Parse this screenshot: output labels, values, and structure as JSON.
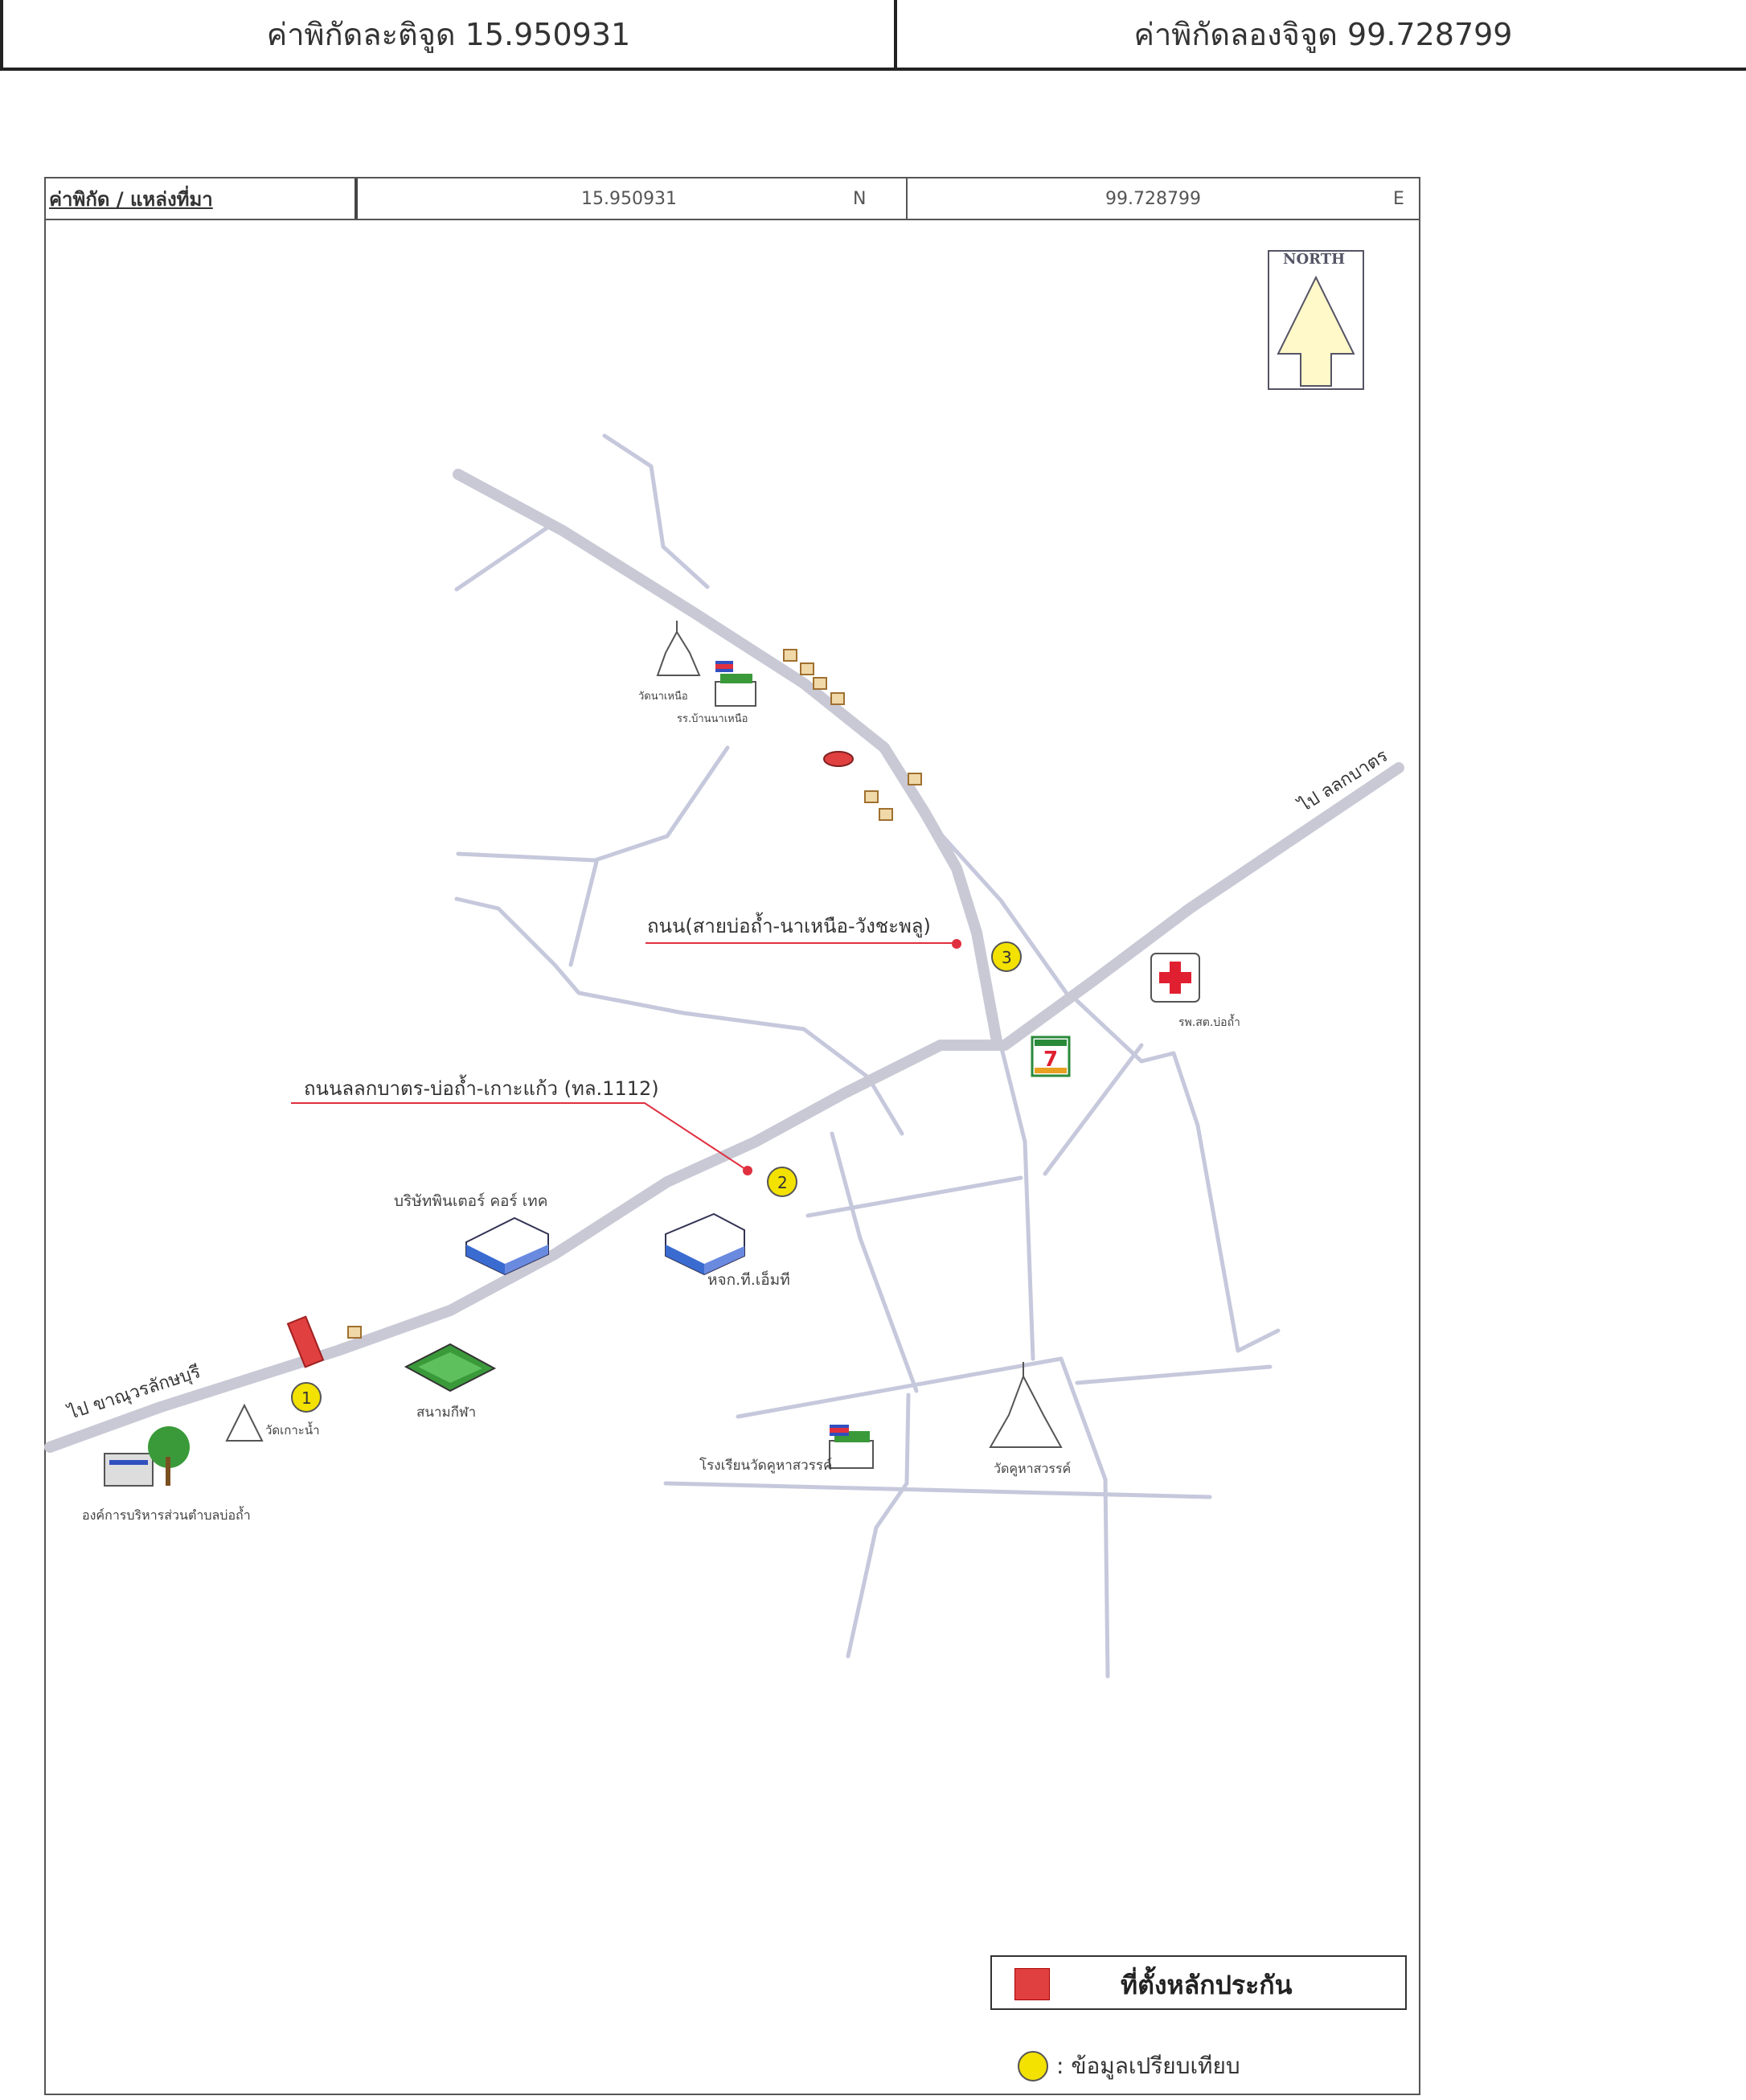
{
  "top_bar": {
    "latitude_label": "ค่าพิกัดละติจูด 15.950931",
    "longitude_label": "ค่าพิกัดลองจิจูด 99.728799"
  },
  "map_header": {
    "title": "ค่าพิกัด / แหล่งที่มา",
    "latitude": "15.950931",
    "lat_hemisphere": "N",
    "longitude": "99.728799",
    "lon_hemisphere": "E"
  },
  "north_arrow": {
    "label": "NORTH"
  },
  "roads": {
    "road_3_label": "ถนน(สายบ่อถ้ำ-นาเหนือ-วังชะพลู)",
    "road_2_label": "ถนนลลกบาตร-บ่อถ้ำ-เกาะแก้ว (ทล.1112)",
    "to_lan_krabue": "ไป ขาณุวรลักษบุรี",
    "to_lak_bat": "ไป ลลกบาตร"
  },
  "places": {
    "company": "บริษัทพินเตอร์ คอร์ เทค",
    "factory": "หจก.ที.เอ็มที",
    "school_north": "รร.บ้านนาเหนือ",
    "temple_north": "วัดนาเหนือ",
    "hospital": "รพ.สต.บ่อถ้ำ",
    "school_south": "โรงเรียนวัดคูหาสวรรค์",
    "temple_south": "วัดคูหาสวรรค์",
    "stadium": "สนามกีฬา",
    "temple_sw": "วัดเกาะน้ำ",
    "tao": "องค์การบริหารส่วนตำบลบ่อถ้ำ"
  },
  "markers": [
    "1",
    "2",
    "3"
  ],
  "legend": {
    "collateral_label": "ที่ตั้งหลักประกัน",
    "compare_label": ": ข้อมูลเปรียบเทียบ"
  },
  "colors": {
    "road_main": "#c9c9d6",
    "road_minor": "#c6c8dc",
    "marker": "#f3e100",
    "collateral": "#e04040",
    "leader": "#e03040"
  }
}
